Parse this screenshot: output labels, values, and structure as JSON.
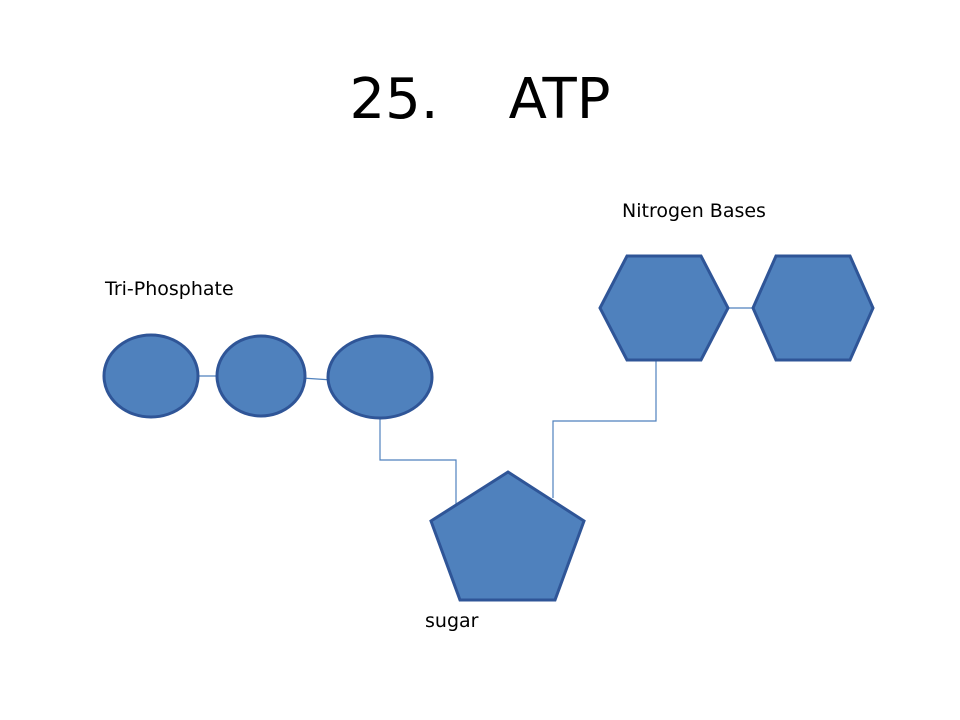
{
  "slide": {
    "title_number": "25.",
    "title_text": "ATP"
  },
  "labels": {
    "triphosphate": "Tri-Phosphate",
    "nitrogen_bases": "Nitrogen Bases",
    "sugar": "sugar"
  },
  "colors": {
    "shape_fill": "#4f81bd",
    "shape_stroke": "#2f5597",
    "connector": "#4f81bd"
  }
}
